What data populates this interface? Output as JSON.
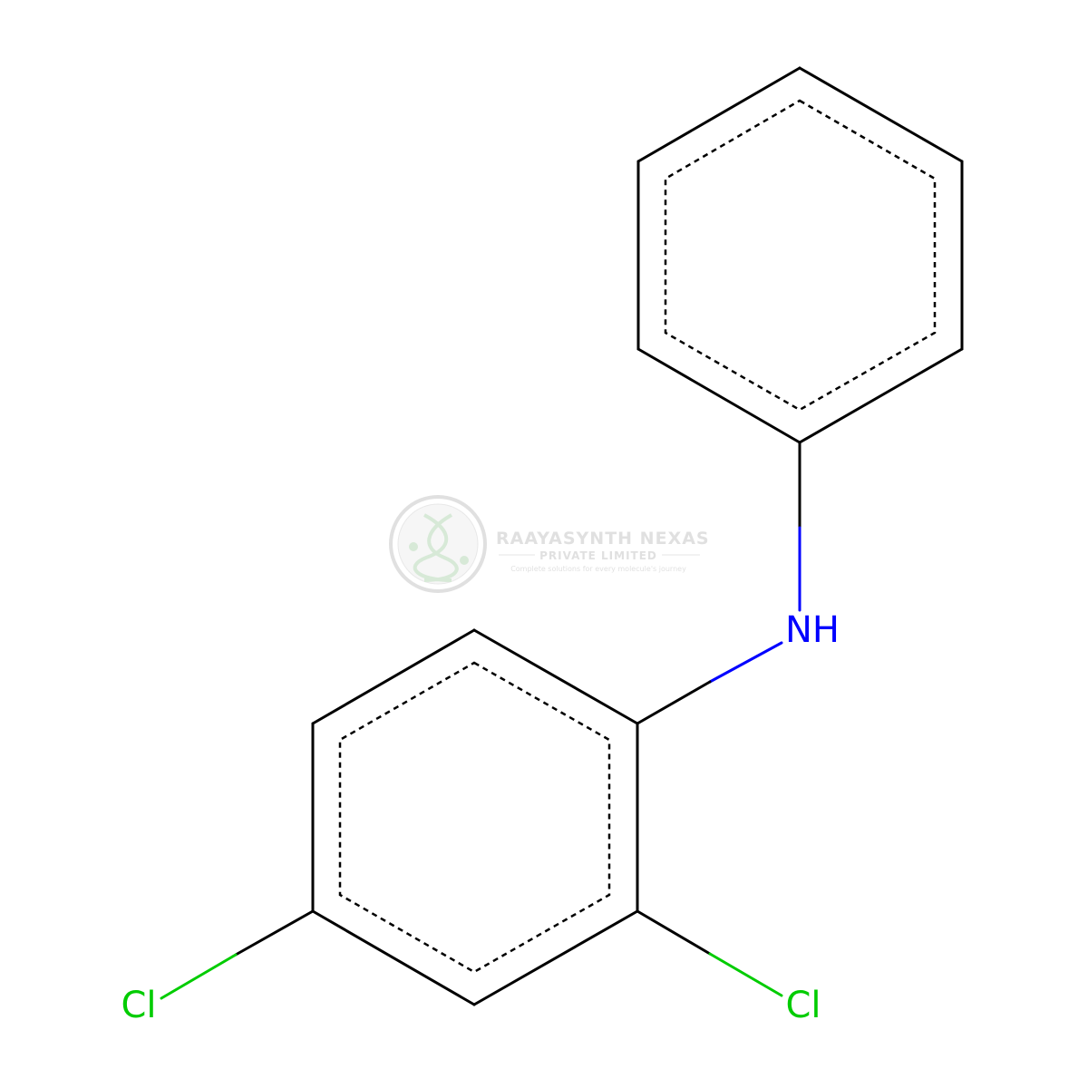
{
  "molecule": {
    "atoms": {
      "nitrogen_label": "NH",
      "chlorine_left_label": "Cl",
      "chlorine_right_label": "Cl"
    },
    "colors": {
      "carbon_bond": "#000000",
      "nitrogen": "#0000ff",
      "chlorine": "#00cc00"
    }
  },
  "watermark": {
    "company": "RAAYASYNTH NEXAS",
    "subtitle": "PRIVATE LIMITED",
    "tagline": "Complete solutions for every molecule's journey",
    "color": "#c8c8c8"
  }
}
